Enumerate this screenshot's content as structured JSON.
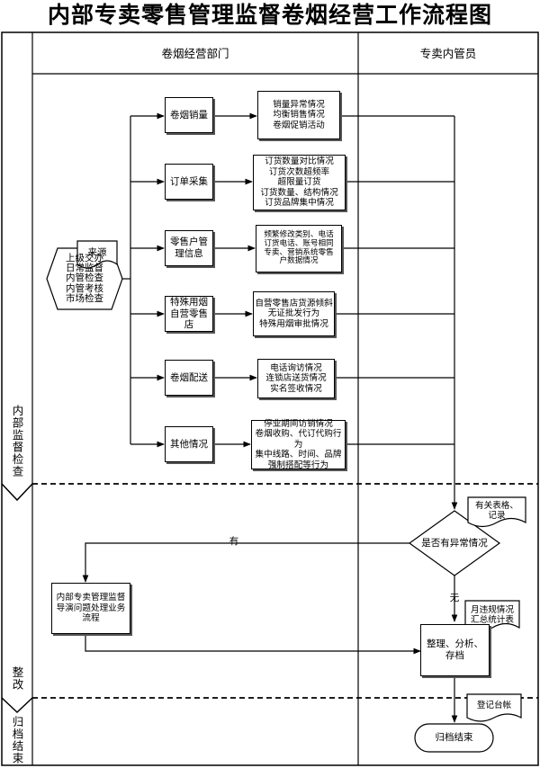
{
  "title": "内部专卖零售管理监督卷烟经营工作流程图",
  "lanes": {
    "dept": "卷烟经营部门",
    "officer": "专卖内管员"
  },
  "phases": {
    "supervision": "内部监督检查",
    "rectify": "整改",
    "archive": "归档结束"
  },
  "source": {
    "doc": "来源",
    "items": "上级交办\n日常监督\n内管检查\n内管考核\n市场检查"
  },
  "categories": [
    {
      "name": "卷烟销量",
      "detail": "销量异常情况\n均衡销售情况\n卷烟促销活动"
    },
    {
      "name": "订单采集",
      "detail": "订货数量对比情况\n订货次数超频率\n超限量订货\n订货数量、结构情况\n订货品牌集中情况"
    },
    {
      "name": "零售户管\n理信息",
      "detail": "频繁修改类别、电话\n订货电话、账号相同\n专卖、营销系统零售\n户数据情况"
    },
    {
      "name": "特殊用烟\n自营零售店",
      "detail": "自营零售店货源倾斜\n无证批发行为\n特殊用烟审批情况"
    },
    {
      "name": "卷烟配送",
      "detail": "电话询访情况\n连锁店送货情况\n实名签收情况"
    },
    {
      "name": "其他情况",
      "detail": "停业期间访销情况\n卷烟收购、代订代购行为\n集中线路、时间、品牌\n强制搭配等行为"
    }
  ],
  "decision": {
    "question": "是否有异常情况",
    "yes": "有",
    "no": "无"
  },
  "documents": {
    "forms": "有关表格、\n记录",
    "monthly": "月违规情况\n汇总统计表",
    "ledger": "登记台帐"
  },
  "process": {
    "handle": "内部专卖管理监督\n导演问题处理业务\n流程",
    "organize": "整理、分析、\n存档",
    "end": "归档结束"
  }
}
